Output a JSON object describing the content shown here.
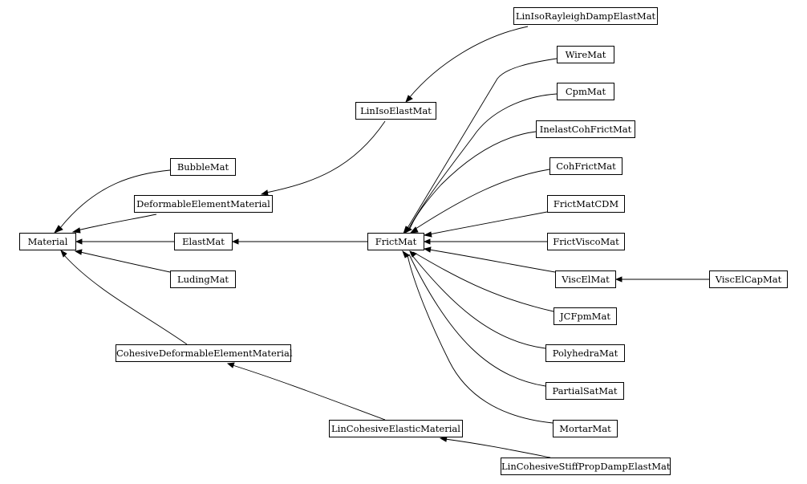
{
  "nodes": {
    "material": "Material",
    "bubblemat": "BubbleMat",
    "deformableelementmaterial": "DeformableElementMaterial",
    "elastmat": "ElastMat",
    "ludingmat": "LudingMat",
    "cohesivedeformableelementmaterial": "CohesiveDeformableElementMaterial",
    "linisoelastmat": "LinIsoElastMat",
    "linisorayleighdampelastmat": "LinIsoRayleighDampElastMat",
    "frictmat": "FrictMat",
    "lincohesiveelasticmaterial": "LinCohesiveElasticMaterial",
    "lincohesivestiffpropdampelastmat": "LinCohesiveStiffPropDampElastMat",
    "wiremat": "WireMat",
    "cpmmat": "CpmMat",
    "inelastcohfrictmat": "InelastCohFrictMat",
    "cohfrictmat": "CohFrictMat",
    "frictmatcdm": "FrictMatCDM",
    "frictviscomat": "FrictViscoMat",
    "viscelmat": "ViscElMat",
    "viscelcapmat": "ViscElCapMat",
    "jcfpmmat": "JCFpmMat",
    "polyhedramat": "PolyhedraMat",
    "partialsatmat": "PartialSatMat",
    "mortarmat": "MortarMat"
  }
}
